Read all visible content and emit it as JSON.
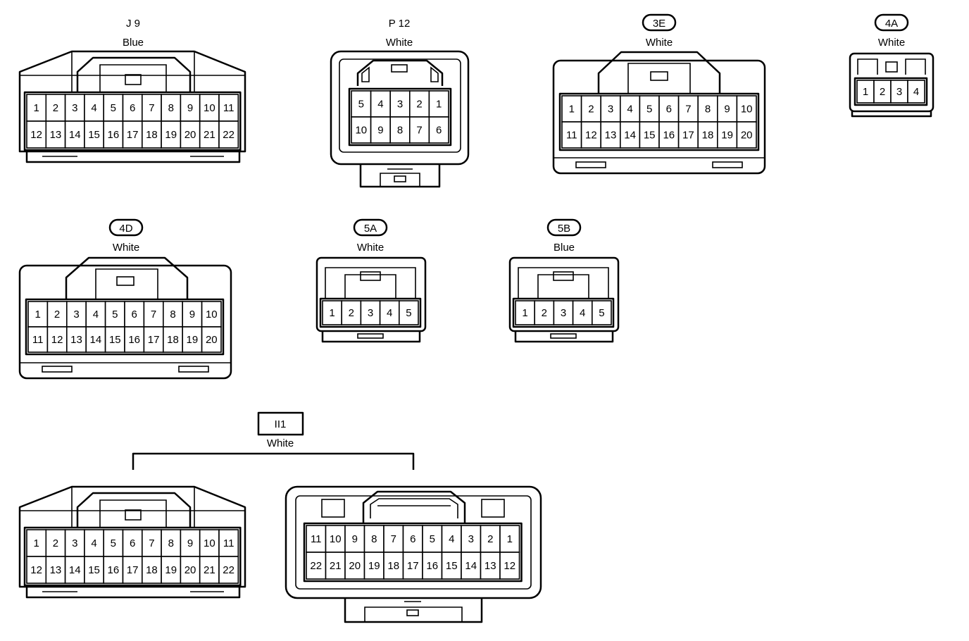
{
  "connectors": [
    {
      "id": "J9",
      "code": "J 9",
      "code_style": "plain",
      "color": "Blue",
      "rows": [
        [
          "1",
          "2",
          "3",
          "4",
          "5",
          "6",
          "7",
          "8",
          "9",
          "10",
          "11"
        ],
        [
          "12",
          "13",
          "14",
          "15",
          "16",
          "17",
          "18",
          "19",
          "20",
          "21",
          "22"
        ]
      ]
    },
    {
      "id": "P12",
      "code": "P 12",
      "code_style": "plain",
      "color": "White",
      "rows": [
        [
          "5",
          "4",
          "3",
          "2",
          "1"
        ],
        [
          "10",
          "9",
          "8",
          "7",
          "6"
        ]
      ]
    },
    {
      "id": "3E",
      "code": "3E",
      "code_style": "oval",
      "color": "White",
      "rows": [
        [
          "1",
          "2",
          "3",
          "4",
          "5",
          "6",
          "7",
          "8",
          "9",
          "10"
        ],
        [
          "11",
          "12",
          "13",
          "14",
          "15",
          "16",
          "17",
          "18",
          "19",
          "20"
        ]
      ]
    },
    {
      "id": "4A",
      "code": "4A",
      "code_style": "oval",
      "color": "White",
      "rows": [
        [
          "1",
          "2",
          "3",
          "4"
        ]
      ]
    },
    {
      "id": "4D",
      "code": "4D",
      "code_style": "oval",
      "color": "White",
      "rows": [
        [
          "1",
          "2",
          "3",
          "4",
          "5",
          "6",
          "7",
          "8",
          "9",
          "10"
        ],
        [
          "11",
          "12",
          "13",
          "14",
          "15",
          "16",
          "17",
          "18",
          "19",
          "20"
        ]
      ]
    },
    {
      "id": "5A",
      "code": "5A",
      "code_style": "oval",
      "color": "White",
      "rows": [
        [
          "1",
          "2",
          "3",
          "4",
          "5"
        ]
      ]
    },
    {
      "id": "5B",
      "code": "5B",
      "code_style": "oval",
      "color": "Blue",
      "rows": [
        [
          "1",
          "2",
          "3",
          "4",
          "5"
        ]
      ]
    }
  ],
  "junction": {
    "id": "II1",
    "code": "II1",
    "code_style": "box",
    "color": "White",
    "left_rows": [
      [
        "1",
        "2",
        "3",
        "4",
        "5",
        "6",
        "7",
        "8",
        "9",
        "10",
        "11"
      ],
      [
        "12",
        "13",
        "14",
        "15",
        "16",
        "17",
        "18",
        "19",
        "20",
        "21",
        "22"
      ]
    ],
    "right_rows": [
      [
        "11",
        "10",
        "9",
        "8",
        "7",
        "6",
        "5",
        "4",
        "3",
        "2",
        "1"
      ],
      [
        "22",
        "21",
        "20",
        "19",
        "18",
        "17",
        "16",
        "15",
        "14",
        "13",
        "12"
      ]
    ]
  }
}
